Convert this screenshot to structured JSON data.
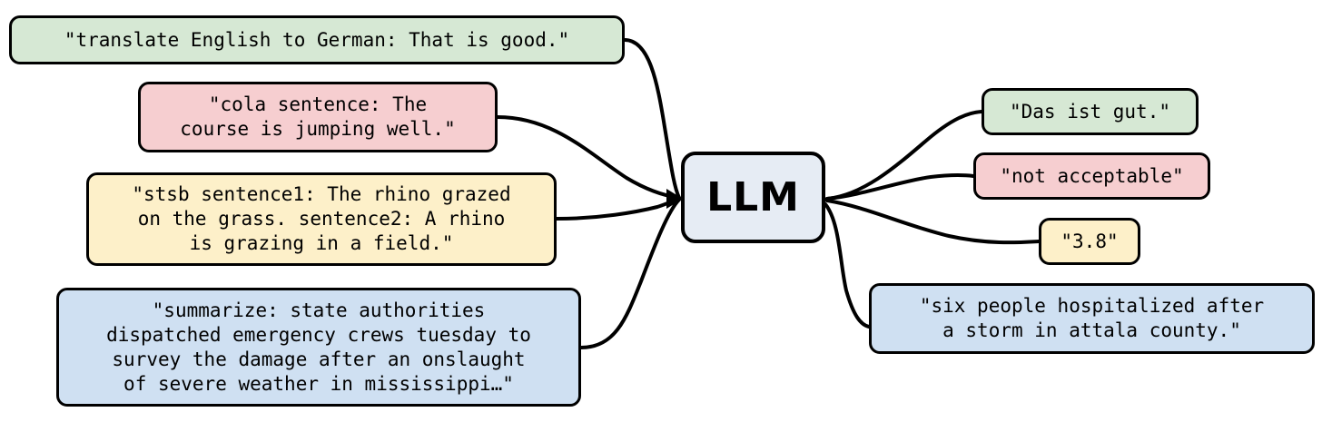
{
  "diagram": {
    "title": "LLM text-to-text task examples",
    "center": {
      "label": "LLM",
      "name": "llm-node",
      "fill": "#e6ecf4"
    },
    "colors": {
      "green": "#d6e8d4",
      "pink": "#f6ced0",
      "yellow": "#fdf0c9",
      "blue": "#cfe0f2",
      "llm": "#e6ecf4",
      "stroke": "#000000",
      "background": "#ffffff"
    },
    "inputs": [
      {
        "id": "translate",
        "text": "\"translate English to German: That is good.\"",
        "color": "green",
        "task": "translation"
      },
      {
        "id": "cola",
        "text": "\"cola sentence: The\ncourse is jumping well.\"",
        "color": "pink",
        "task": "linguistic-acceptability"
      },
      {
        "id": "stsb",
        "text": "\"stsb sentence1: The rhino grazed\non the grass. sentence2: A rhino\nis grazing in a field.\"",
        "color": "yellow",
        "task": "semantic-textual-similarity"
      },
      {
        "id": "summarize",
        "text": "\"summarize: state authorities\ndispatched emergency crews tuesday to\nsurvey the damage after an onslaught\nof severe weather in mississippi…\"",
        "color": "blue",
        "task": "summarization"
      }
    ],
    "outputs": [
      {
        "id": "das-ist-gut",
        "text": "\"Das ist gut.\"",
        "color": "green",
        "task": "translation"
      },
      {
        "id": "not-acceptable",
        "text": "\"not acceptable\"",
        "color": "pink",
        "task": "linguistic-acceptability"
      },
      {
        "id": "similarity-score",
        "text": "\"3.8\"",
        "color": "yellow",
        "task": "semantic-textual-similarity"
      },
      {
        "id": "summary",
        "text": "\"six people hospitalized after\na storm in attala county.\"",
        "color": "blue",
        "task": "summarization"
      }
    ]
  }
}
